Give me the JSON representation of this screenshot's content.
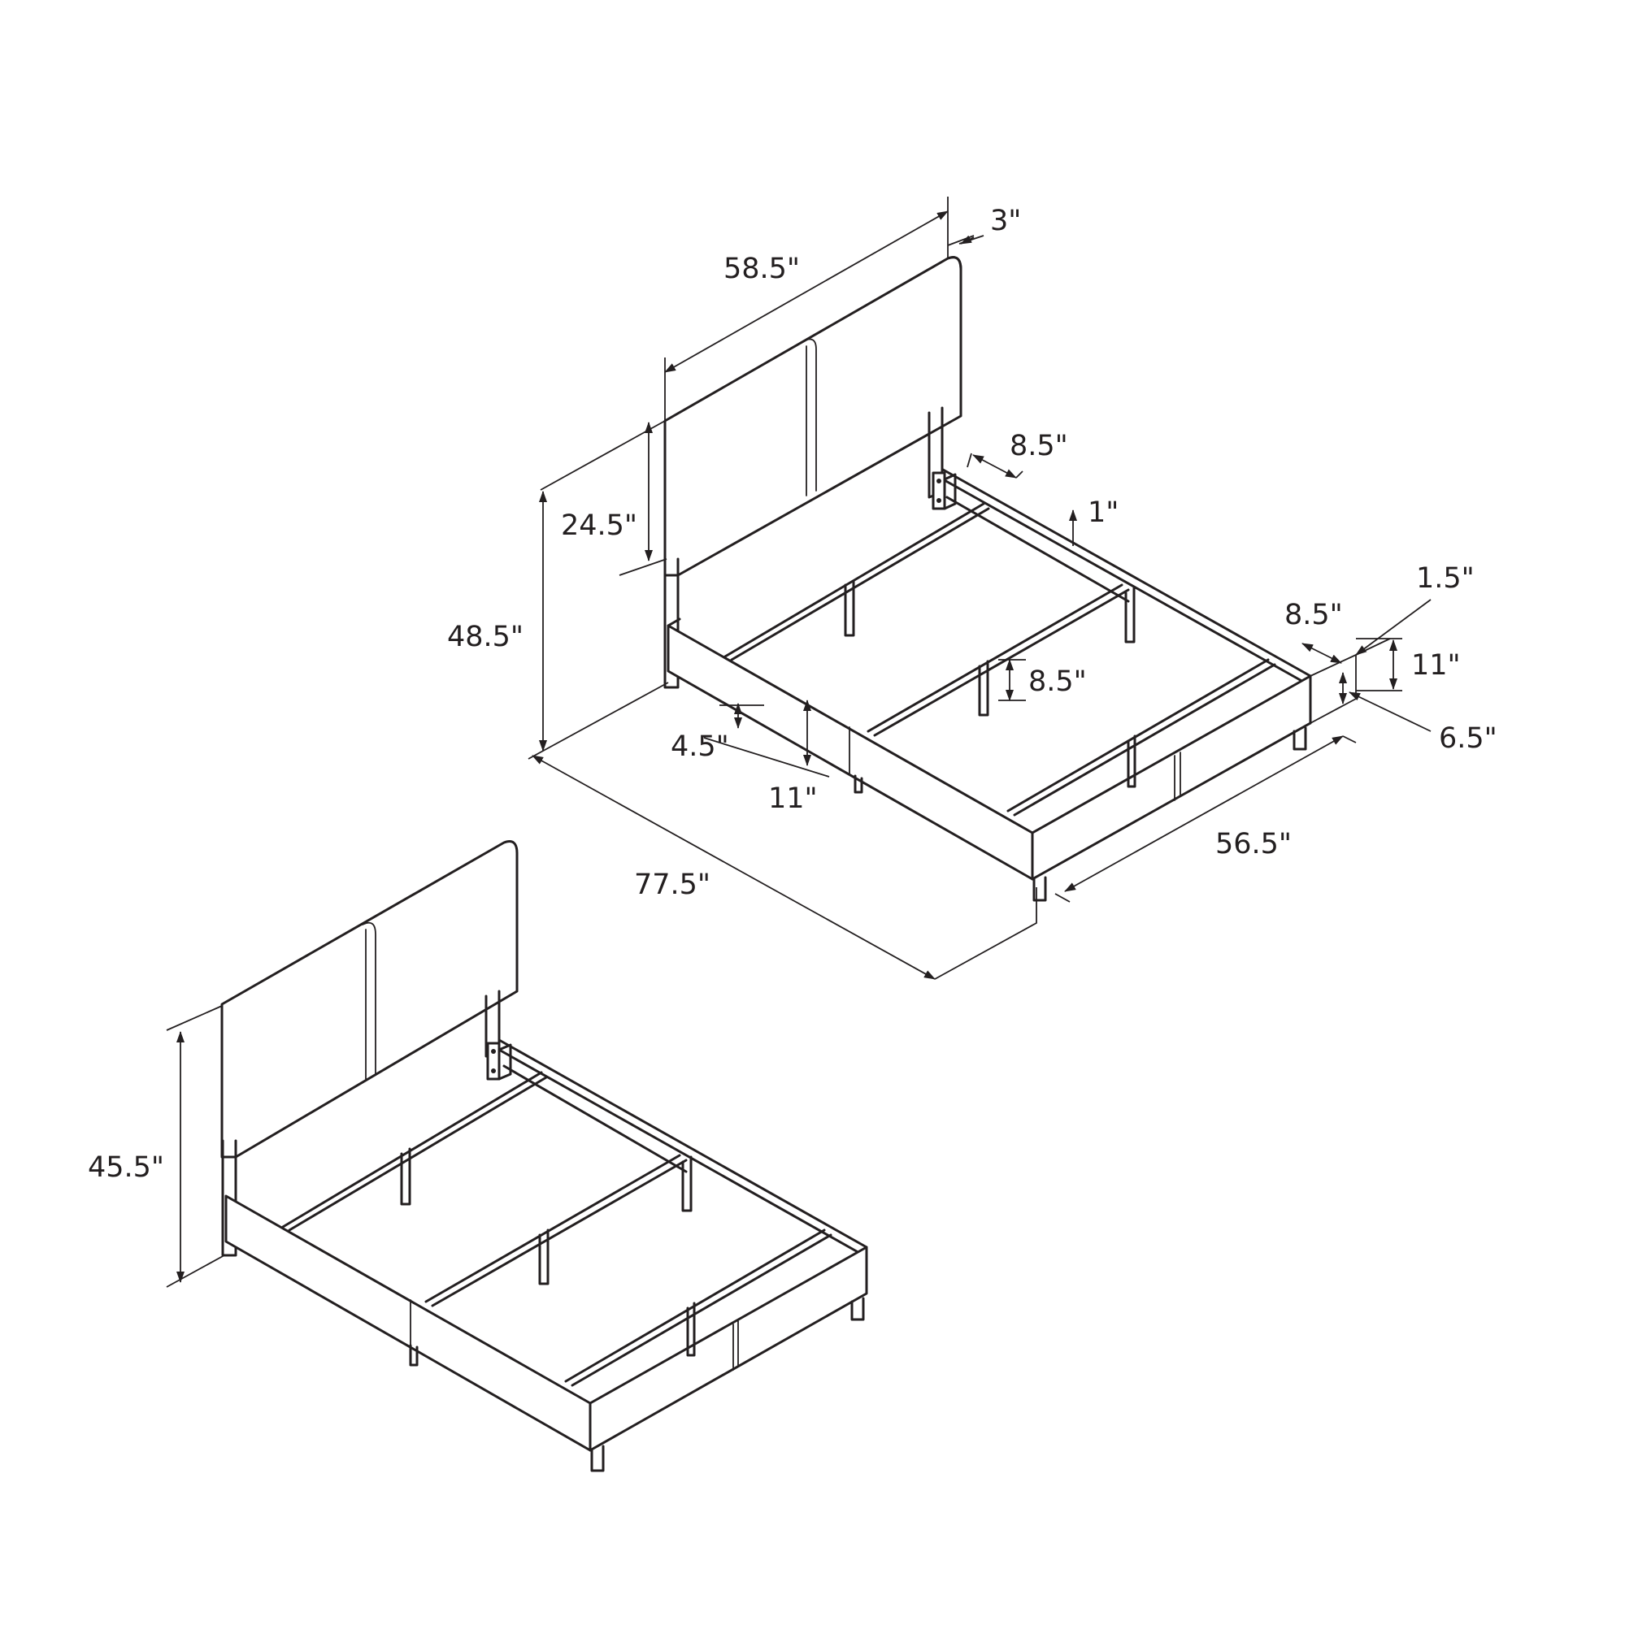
{
  "diagram": {
    "dimensions": {
      "headboard_width": "58.5\"",
      "headboard_depth": "3\"",
      "headboard_panel_height": "24.5\"",
      "overall_height": "48.5\"",
      "side_rail_offset": "8.5\"",
      "rail_lip": "1\"",
      "footboard_thickness": "1.5\"",
      "foot_inset": "8.5\"",
      "side_rail_height": "11\"",
      "center_support_height": "8.5\"",
      "foot_rail_height": "11\"",
      "foot_clearance": "6.5\"",
      "rail_clearance": "4.5\"",
      "overall_length": "77.5\"",
      "frame_width": "56.5\"",
      "second_view_height": "45.5\""
    },
    "colors": {
      "line": "#231f20",
      "background": "#ffffff"
    }
  }
}
